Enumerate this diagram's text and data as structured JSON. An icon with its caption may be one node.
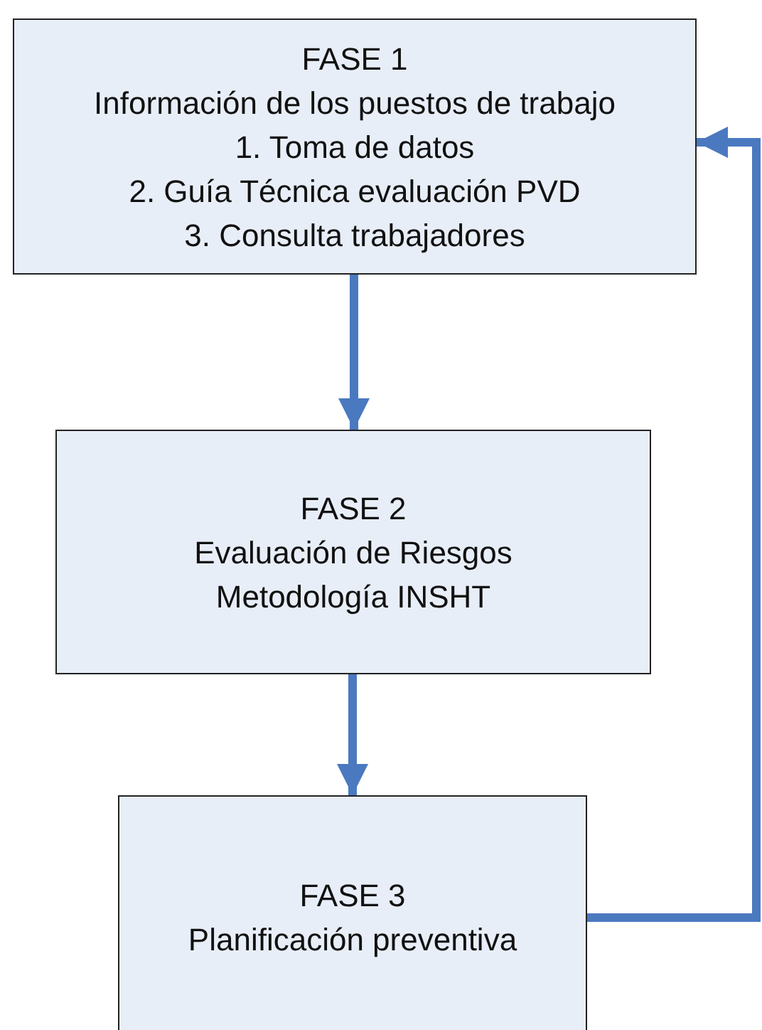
{
  "diagram": {
    "nodes": [
      {
        "text": [
          "FASE 1",
          "Información de los puestos de trabajo",
          "1. Toma de datos",
          "2. Guía Técnica evaluación PVD",
          "3. Consulta trabajadores"
        ]
      },
      {
        "text": [
          "FASE 2",
          "Evaluación de Riesgos",
          "Metodología INSHT"
        ]
      },
      {
        "text": [
          "FASE 3",
          "Planificación preventiva"
        ]
      }
    ],
    "edges": [
      {
        "from": 0,
        "to": 1,
        "arrow": "to"
      },
      {
        "from": 1,
        "to": 2,
        "arrow": "to"
      },
      {
        "from": 2,
        "to": 0,
        "arrow": "to"
      }
    ]
  }
}
